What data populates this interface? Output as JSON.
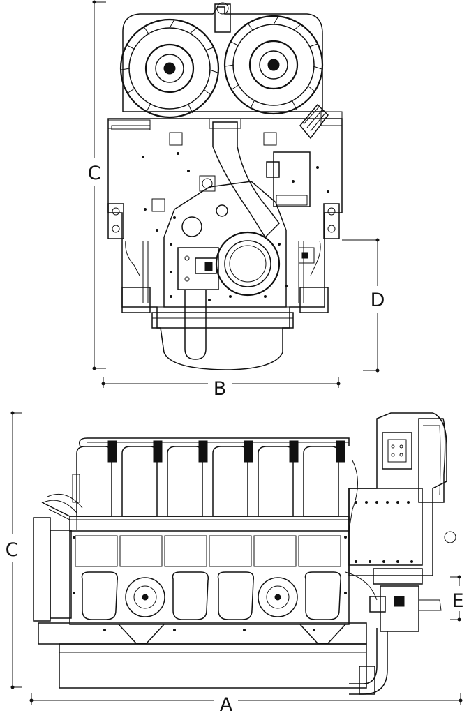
{
  "dimensions": {
    "front_view": {
      "height_label": "C",
      "width_label": "B",
      "depth_label": "D"
    },
    "side_view": {
      "height_label": "C",
      "length_label": "A",
      "offset_label": "E"
    }
  },
  "colors": {
    "line": "#111111",
    "background": "#ffffff"
  }
}
